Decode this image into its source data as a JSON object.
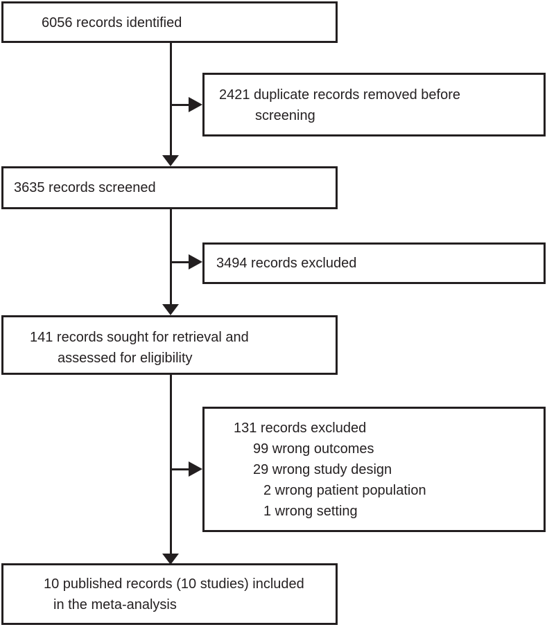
{
  "boxes": {
    "identified": {
      "lines": [
        "6056 records identified"
      ]
    },
    "duplicates_removed": {
      "lines": [
        "2421 duplicate records removed before",
        "screening"
      ]
    },
    "screened": {
      "lines": [
        "3635 records screened"
      ]
    },
    "excluded_screening": {
      "lines": [
        "3494 records excluded"
      ]
    },
    "sought_for_retrieval": {
      "lines": [
        "141 records sought for retrieval and",
        "assessed for eligibility"
      ]
    },
    "excluded_eligibility": {
      "lines": [
        "131 records excluded",
        "99 wrong outcomes",
        "29 wrong study design",
        "2 wrong patient population",
        "1 wrong setting"
      ]
    },
    "included": {
      "lines": [
        "10 published records (10 studies) included",
        "in the meta-analysis"
      ]
    }
  },
  "colors": {
    "line": "#231f20",
    "text": "#231f20",
    "box_fill": "#ffffff",
    "background": "#ffffff"
  }
}
